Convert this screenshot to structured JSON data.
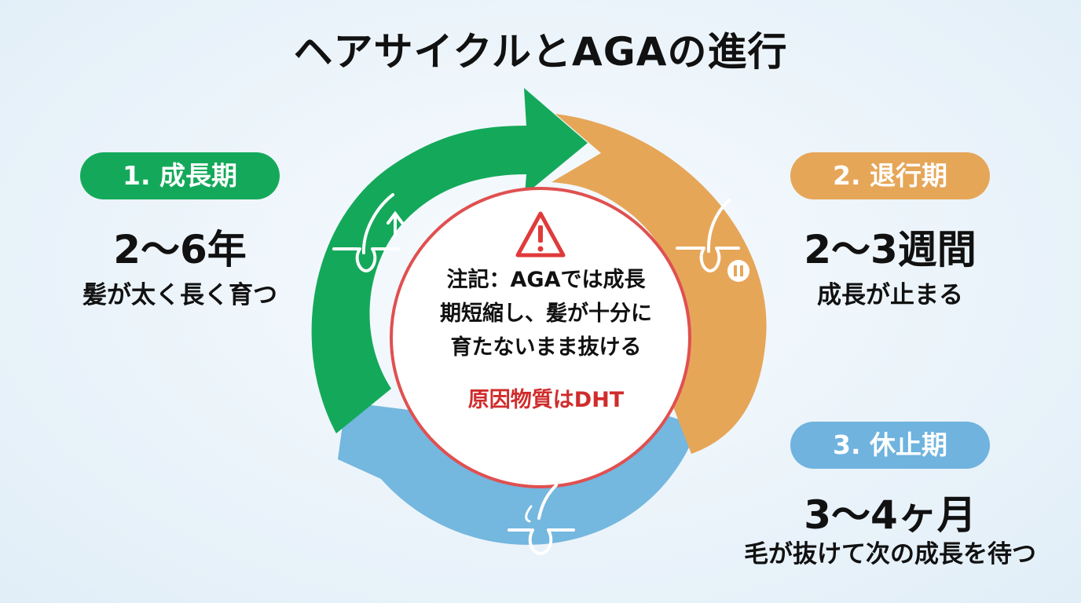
{
  "title": "ヘアサイクルとAGAの進行",
  "phases": {
    "growth": {
      "label": "1. 成長期",
      "duration": "2〜6年",
      "description": "髪が太く長く育つ",
      "color": "#14a95a"
    },
    "regression": {
      "label": "2. 退行期",
      "duration": "2〜3週間",
      "description": "成長が止まる",
      "color": "#e6a658"
    },
    "rest": {
      "label": "3. 休止期",
      "duration": "3〜4ヶ月",
      "description": "毛が抜けて次の成長を待つ",
      "color": "#6fb3de"
    }
  },
  "center": {
    "note_lines": [
      "注記：AGAでは成長",
      "期短縮し、髪が十分に",
      "育たないまま抜ける"
    ],
    "cause": "原因物質はDHT",
    "alert_color": "#d02c2c"
  },
  "icons": [
    "warning-icon",
    "hair-growing-icon",
    "hair-paused-icon",
    "hair-shedding-icon"
  ]
}
